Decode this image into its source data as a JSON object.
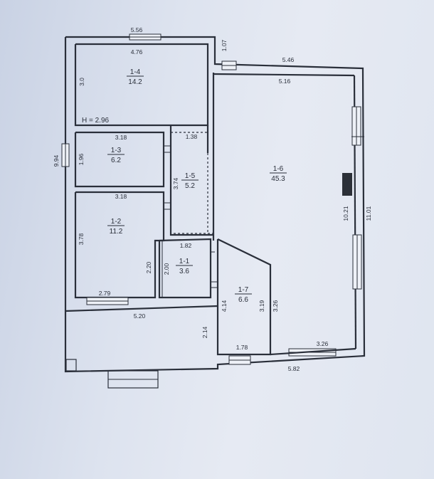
{
  "height_note": "H = 2.96",
  "rooms": [
    {
      "id": "1-1",
      "area": "3.6"
    },
    {
      "id": "1-2",
      "area": "11.2"
    },
    {
      "id": "1-3",
      "area": "6.2"
    },
    {
      "id": "1-4",
      "area": "14.2"
    },
    {
      "id": "1-5",
      "area": "5.2"
    },
    {
      "id": "1-6",
      "area": "45.3"
    },
    {
      "id": "1-7",
      "area": "6.6"
    }
  ],
  "dimensions": {
    "top_left_outer": "5.56",
    "room_1_4_width": "4.76",
    "room_1_4_height": "3.0",
    "step_offset": "1.07",
    "top_right_outer": "5.46",
    "room_1_6_width": "5.16",
    "room_1_3_width": "3.18",
    "corridor_width": "1.38",
    "room_1_3_height": "1.96",
    "left_outer": "9.94",
    "corridor_height": "3.74",
    "room_1_2_width": "3.18",
    "room_1_2_height": "3.78",
    "room_1_1_width": "1.82",
    "room_1_1_height": "2.00",
    "room_1_1_wall": "2.20",
    "room_1_2_bottom": "2.79",
    "porch_width": "5.20",
    "porch_height": "2.14",
    "room_1_7_left": "4.14",
    "room_1_7_right": "3.19",
    "room_1_6_inner_height": "3.26",
    "room_1_7_bottom": "1.78",
    "room_1_6_bottom": "3.26",
    "right_inner": "10.21",
    "right_outer": "11.01",
    "bottom_outer": "5.82"
  }
}
